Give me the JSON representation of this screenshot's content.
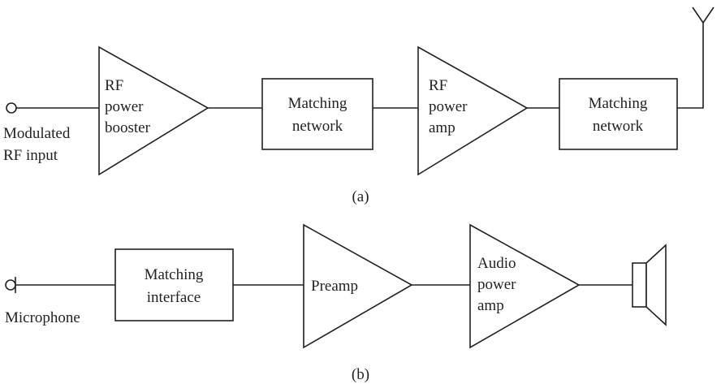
{
  "diagram_a": {
    "input_label": [
      "Modulated",
      "RF input"
    ],
    "booster_label": [
      "RF",
      "power",
      "booster"
    ],
    "matching1_label": [
      "Matching",
      "network"
    ],
    "power_amp_label": [
      "RF",
      "power",
      "amp"
    ],
    "matching2_label": [
      "Matching",
      "network"
    ],
    "caption": "(a)"
  },
  "diagram_b": {
    "mic_label": "Microphone",
    "interface_label": [
      "Matching",
      "interface"
    ],
    "preamp_label": "Preamp",
    "audio_amp_label": [
      "Audio",
      "power",
      "amp"
    ],
    "caption": "(b)"
  },
  "icons": [
    "input-terminal-icon",
    "antenna-icon",
    "microphone-icon",
    "speaker-icon"
  ]
}
